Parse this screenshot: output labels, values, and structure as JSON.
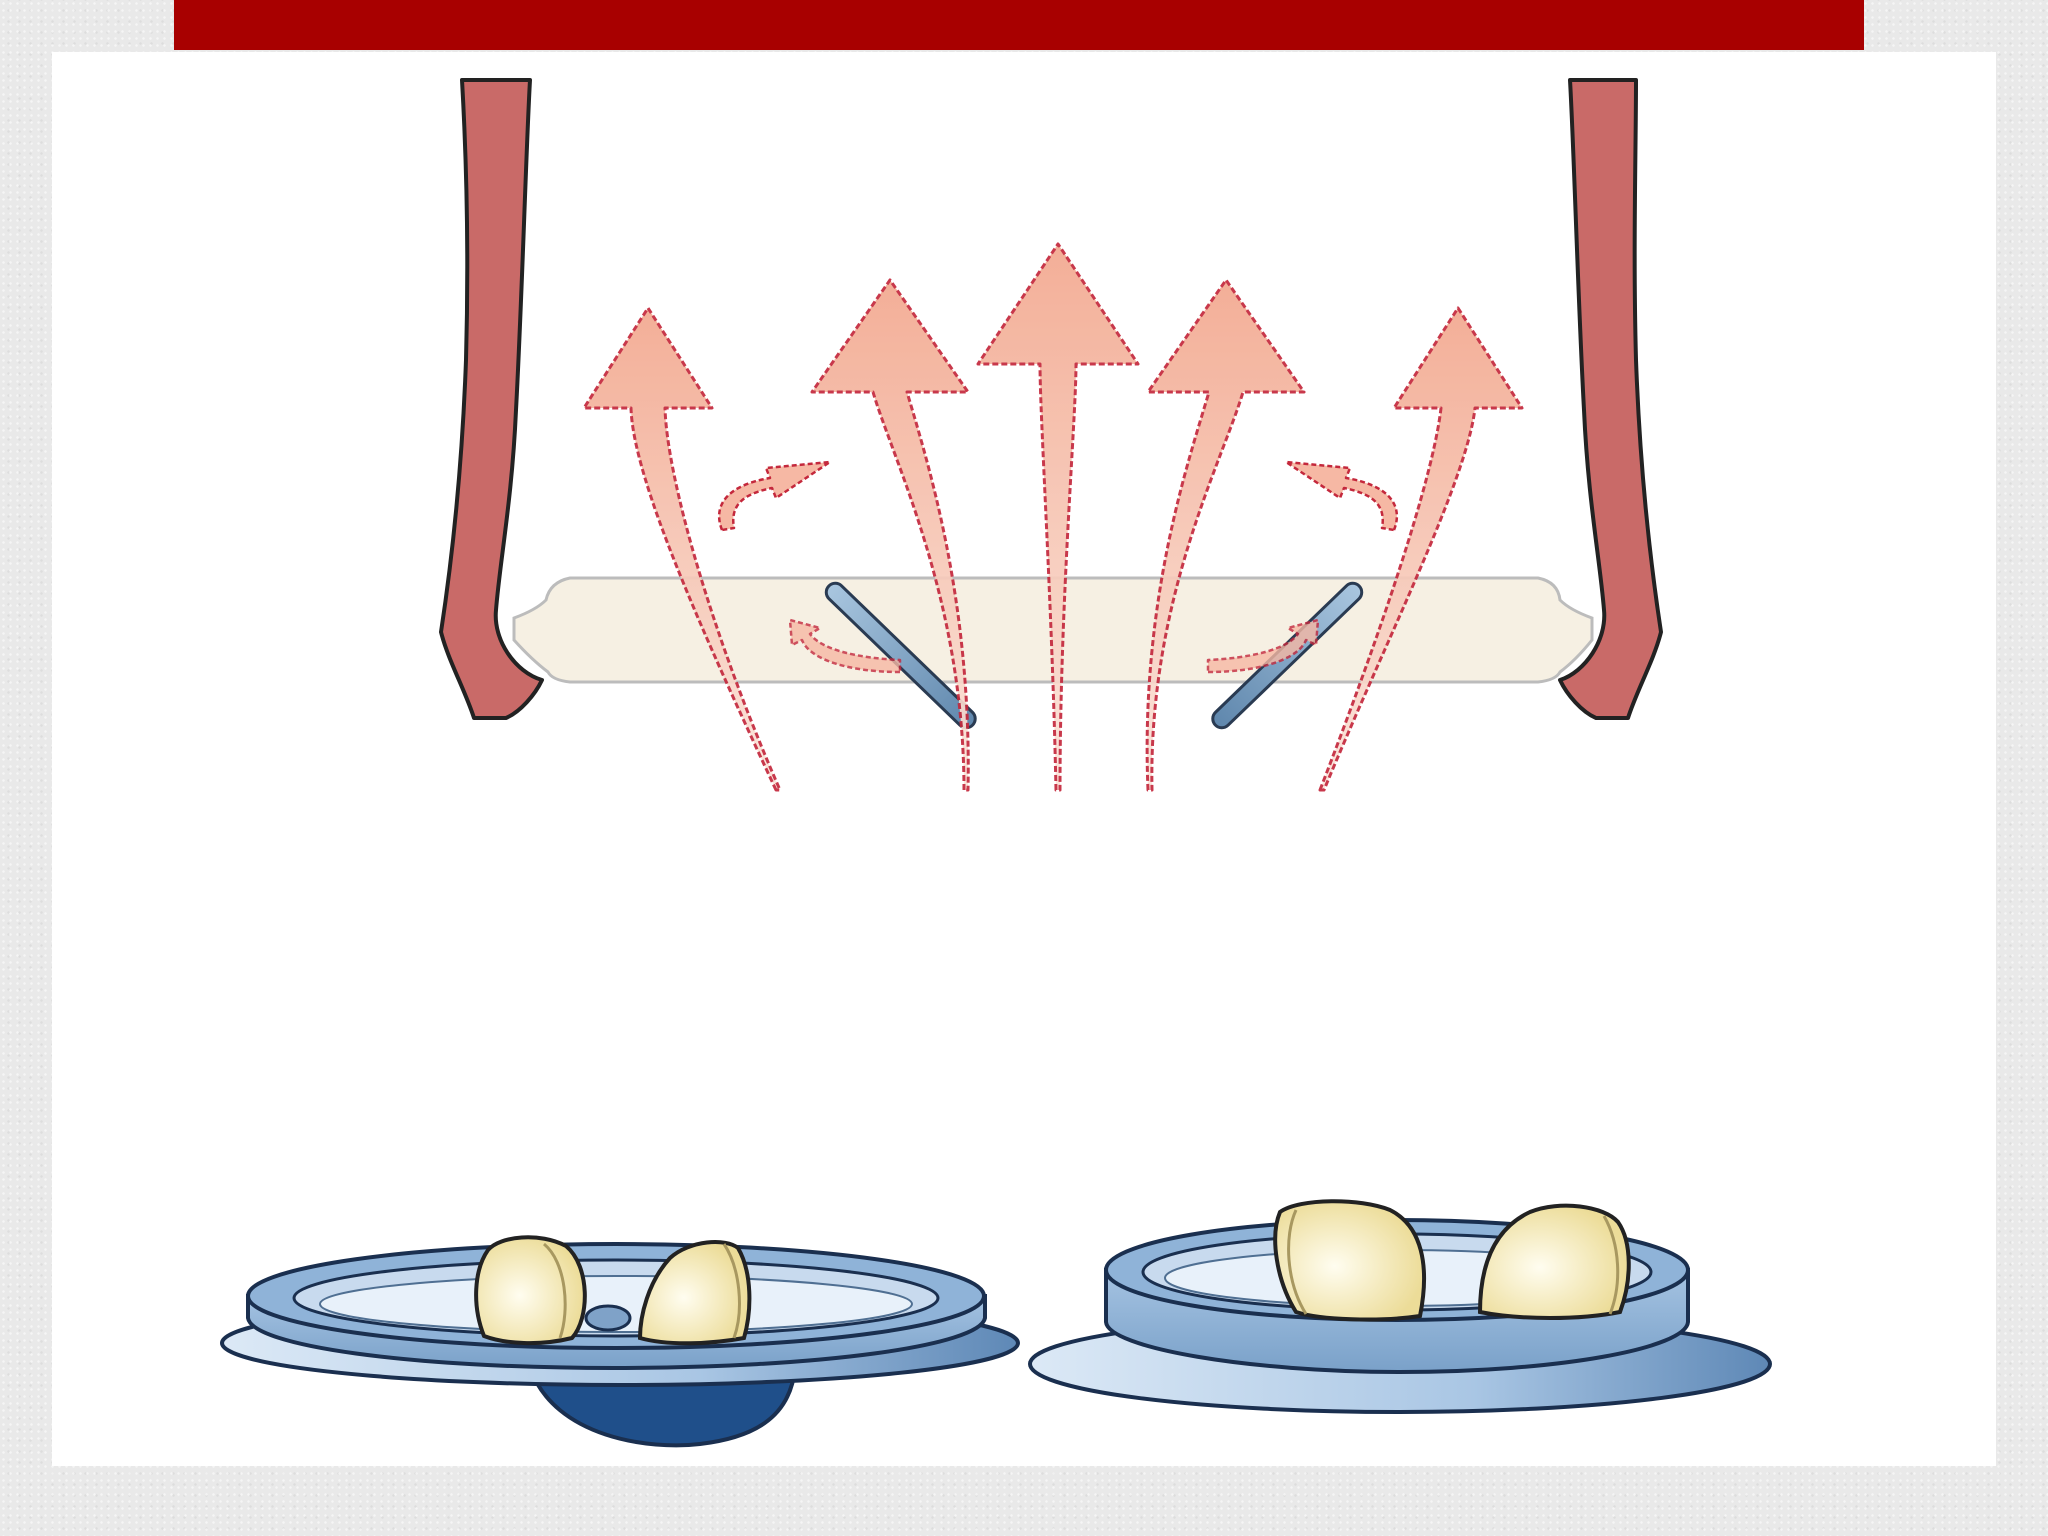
{
  "slide": {
    "title_bar_color": "#a80000",
    "background_color": "#ffffff"
  },
  "diagram": {
    "vessel_wall_color": "#c96a68",
    "flow_arrow_color": "#f3ad95",
    "arrow_outline_color": "#c4283c",
    "leaflet_color": "#7fa2c2",
    "ring_color": "#f6f0e2",
    "valve_blue": "#8fb3d8",
    "valve_leaflet_color": "#f3e9b0",
    "flow_direction": "upward",
    "leaflet_state": "open",
    "valve_models": [
      "valve-model-left",
      "valve-model-right"
    ]
  }
}
